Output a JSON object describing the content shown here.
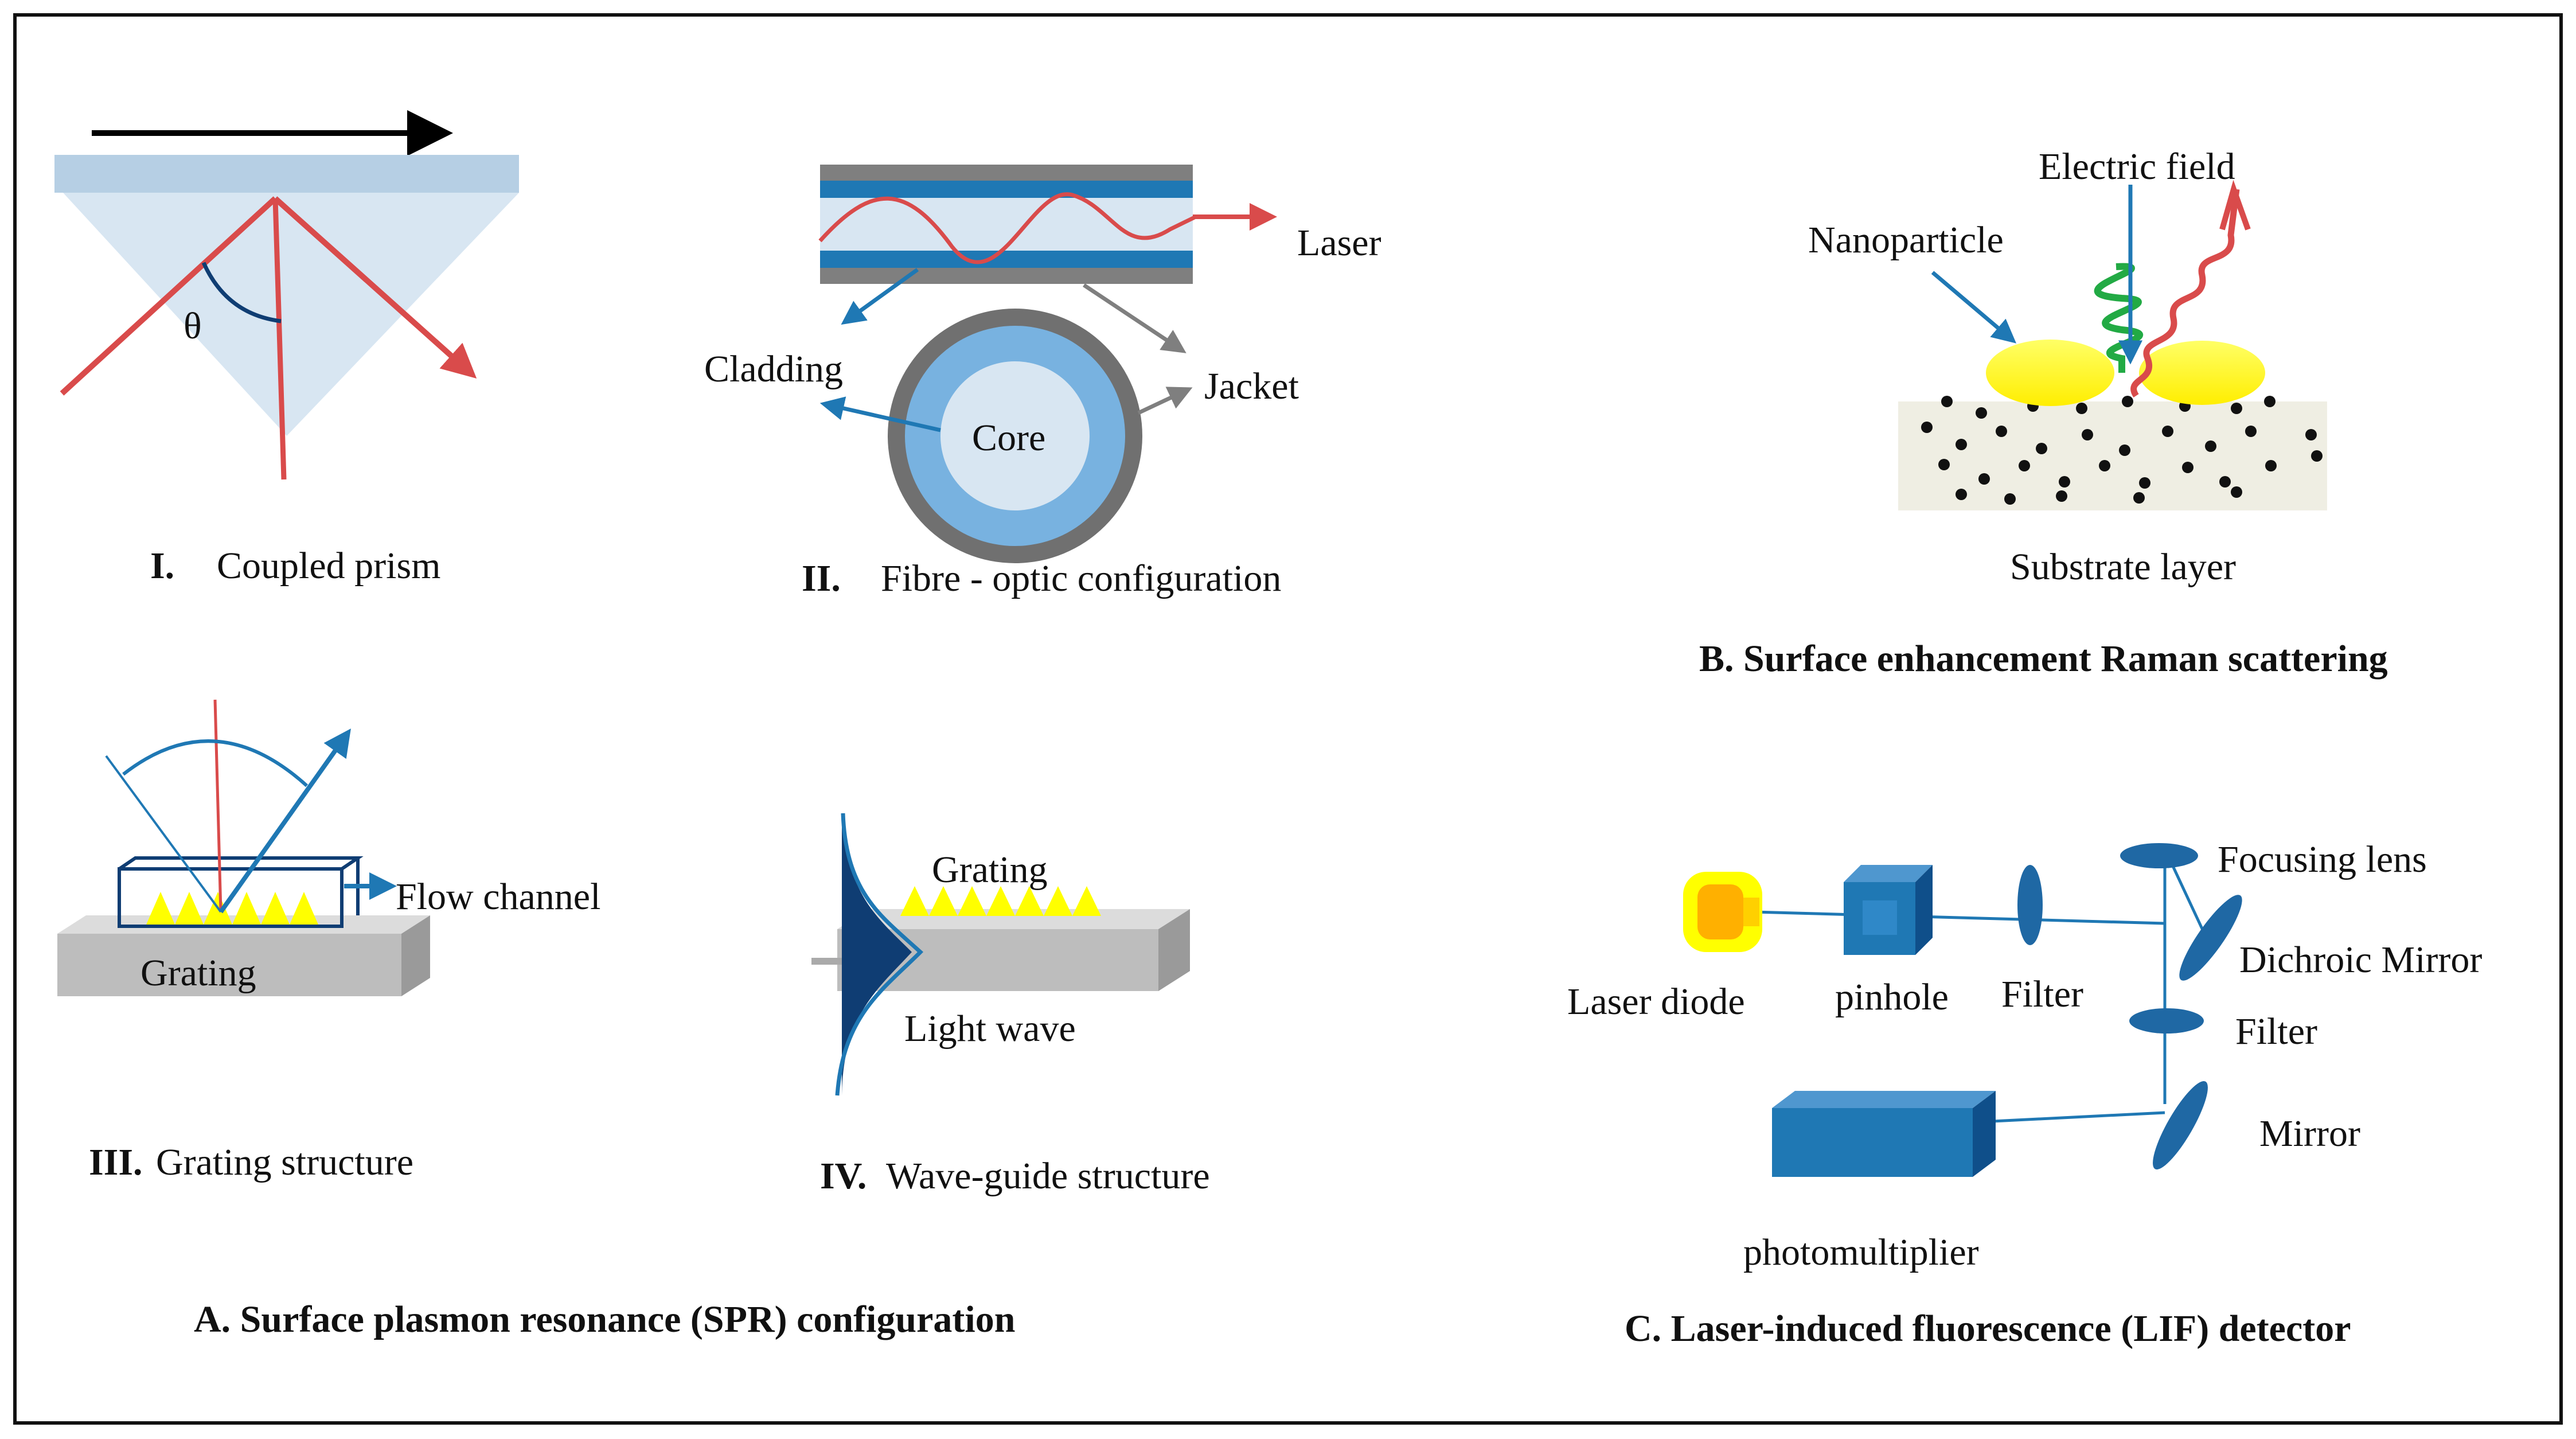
{
  "panel_a": {
    "heading": "A. Surface plasmon resonance (SPR) configuration",
    "prism": {
      "numeral": "I.",
      "caption": "Coupled prism",
      "angle_symbol": "θ"
    },
    "fibre": {
      "numeral": "II.",
      "caption": "Fibre - optic configuration",
      "label_laser": "Laser",
      "label_cladding": "Cladding",
      "label_jacket": "Jacket",
      "label_core": "Core"
    },
    "grating": {
      "numeral": "III.",
      "caption": "Grating structure",
      "label_flow_channel": "Flow channel",
      "label_grating": "Grating"
    },
    "waveguide": {
      "numeral": "IV.",
      "caption": "Wave-guide structure",
      "label_grating": "Grating",
      "label_light_wave": "Light wave"
    }
  },
  "panel_b": {
    "heading": "B. Surface enhancement Raman scattering",
    "label_electric_field": "Electric field",
    "label_nanoparticle": "Nanoparticle",
    "label_substrate": "Substrate layer"
  },
  "panel_c": {
    "heading": "C. Laser-induced fluorescence (LIF) detector",
    "label_focusing_lens": "Focusing lens",
    "label_dichroic_mirror": "Dichroic Mirror",
    "label_laser_diode": "Laser diode",
    "label_pinhole": "pinhole",
    "label_filter_1": "Filter",
    "label_filter_2": "Filter",
    "label_mirror": "Mirror",
    "label_photomultiplier": "photomultiplier"
  },
  "colors": {
    "laser_red": "#d94b4b",
    "blue": "#1f78b4",
    "light_blue": "#cfe0ee",
    "cladding_blue": "#78b2e0",
    "gray": "#7f7f7f",
    "navy": "#0f3d73",
    "yellow": "#ffff00",
    "green": "#22aa44",
    "orange": "#ffb000",
    "substrate": "#efeee3"
  }
}
